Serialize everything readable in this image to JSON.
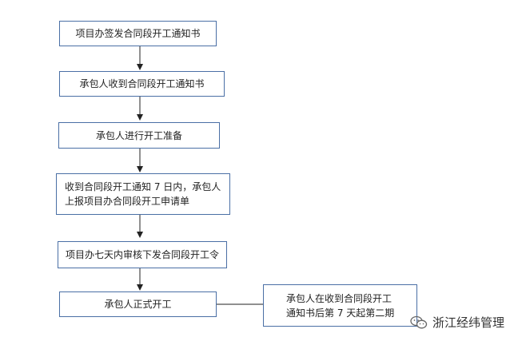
{
  "steps": [
    {
      "lines": [
        "项目办签发合同段开工通知书"
      ]
    },
    {
      "lines": [
        "承包人收到合同段开工通知书"
      ]
    },
    {
      "lines": [
        "承包人进行开工准备"
      ]
    },
    {
      "lines": [
        "收到合同段开工通知 7 日内，承包人",
        "上报项目办合同段开工申请单"
      ]
    },
    {
      "lines": [
        "项目办七天内审核下发合同段开工令"
      ]
    },
    {
      "lines": [
        "承包人正式开工"
      ]
    }
  ],
  "side_note": {
    "lines": [
      "承包人在收到合同段开工",
      "通知书后第 7 天起第二期"
    ]
  },
  "watermark": {
    "text": "浙江经纬管理",
    "icon": "wechat-icon"
  },
  "colors": {
    "border": "#4a6fa5",
    "arrow": "#222222"
  }
}
